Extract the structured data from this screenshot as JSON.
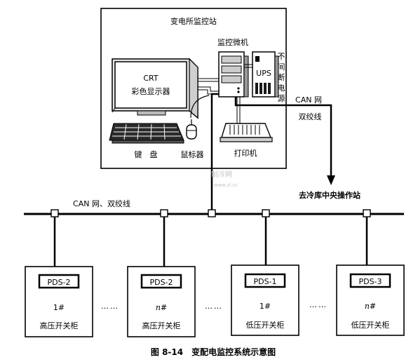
{
  "station": {
    "title": "变电所监控站"
  },
  "computer": {
    "label": "监控微机"
  },
  "crt": {
    "line1": "CRT",
    "line2": "彩色显示器"
  },
  "ups": {
    "label": "UPS",
    "vertical_text": [
      "不",
      "间",
      "断",
      "电",
      "源"
    ]
  },
  "peripherals": {
    "keyboard": "键　盘",
    "mouse": "鼠标器",
    "printer": "打印机"
  },
  "link": {
    "line1": "CAN 网",
    "line2": "双绞线",
    "destination": "去冷库中央操作站"
  },
  "bus": {
    "label": "CAN 网、双绞线"
  },
  "watermark": {
    "line1": "制冷网",
    "line2": "www.zl.cc"
  },
  "cabinets": [
    {
      "pds": "PDS-2",
      "number": "1#",
      "type": "高压开关柜"
    },
    {
      "pds": "PDS-2",
      "number": "n#",
      "type": "高压开关柜"
    },
    {
      "pds": "PDS-1",
      "number": "1#",
      "type": "低压开关柜"
    },
    {
      "pds": "PDS-3",
      "number": "n#",
      "type": "低压开关柜"
    }
  ],
  "ellipsis": "……",
  "caption": "图 8-14　变配电监控系统示意图"
}
